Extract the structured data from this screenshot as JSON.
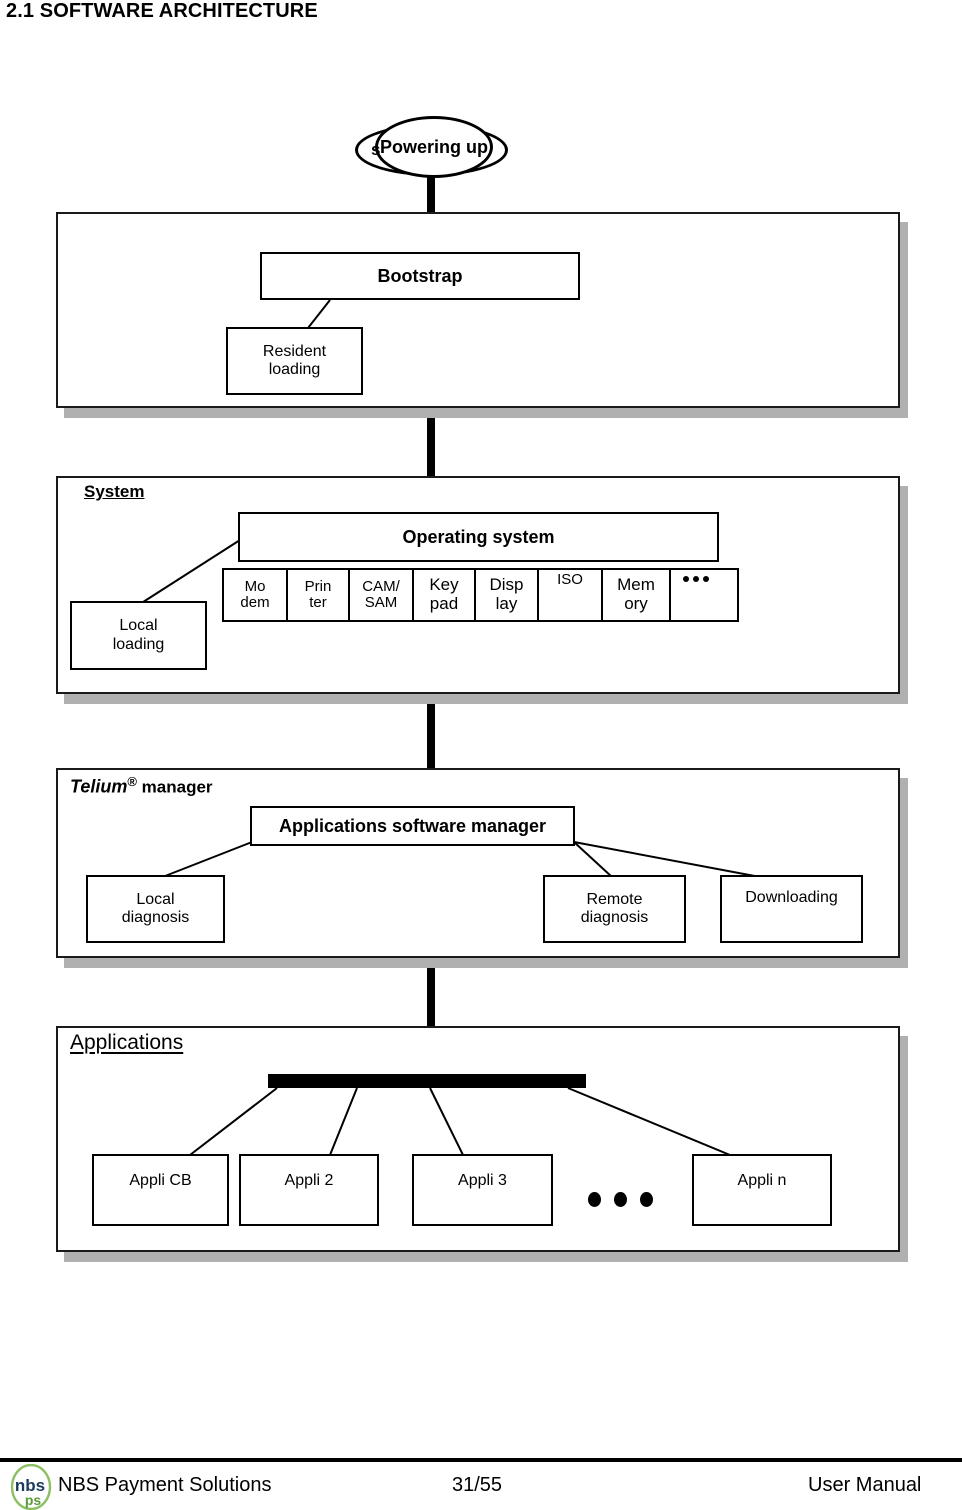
{
  "heading": "2.1 SOFTWARE ARCHITECTURE",
  "diagram": {
    "start_node": {
      "inner_label": "Powering up",
      "outer_label_visible_fragment": "s"
    },
    "panels": [
      {
        "title": "",
        "nodes": {
          "main": "Bootstrap",
          "children": [
            "Resident loading"
          ]
        }
      },
      {
        "title": "System",
        "nodes": {
          "main": "Operating system",
          "children": [
            "Local loading"
          ]
        },
        "drivers": [
          "Mo dem",
          "Prin ter",
          "CAM/ SAM",
          "Key pad",
          "Disp lay",
          "ISO",
          "Mem ory",
          "..."
        ],
        "driver_lines": [
          [
            "Mo",
            "dem"
          ],
          [
            "Prin",
            "ter"
          ],
          [
            "CAM/",
            "SAM"
          ],
          [
            "Key",
            "pad"
          ],
          [
            "Disp",
            "lay"
          ],
          [
            "ISO",
            ""
          ],
          [
            "Mem",
            "ory"
          ],
          [
            "",
            ""
          ]
        ]
      },
      {
        "title_parts": {
          "brand": "Telium",
          "reg": "®",
          "rest": " manager"
        },
        "title": "Telium® manager",
        "nodes": {
          "main": "Applications software manager",
          "children": [
            "Local diagnosis",
            "Remote diagnosis",
            "Downloading"
          ]
        }
      },
      {
        "title": "Applications",
        "nodes": {
          "children": [
            "Appli CB",
            "Appli 2",
            "Appli 3",
            "Appli n"
          ]
        },
        "ellipsis": "• • •"
      }
    ],
    "box_labels": {
      "bootstrap": "Bootstrap",
      "resident_loading_l1": "Resident",
      "resident_loading_l2": "loading",
      "operating_system": "Operating system",
      "local_loading_l1": "Local",
      "local_loading_l2": "loading",
      "apps_software_manager": "Applications software manager",
      "local_diagnosis_l1": "Local",
      "local_diagnosis_l2": "diagnosis",
      "remote_diagnosis_l1": "Remote",
      "remote_diagnosis_l2": "diagnosis",
      "downloading": "Downloading",
      "appli_cb": "Appli CB",
      "appli_2": "Appli 2",
      "appli_3": "Appli 3",
      "appli_n": "Appli n"
    },
    "driver_cells": [
      {
        "l1": "Mo",
        "l2": "dem"
      },
      {
        "l1": "Prin",
        "l2": "ter"
      },
      {
        "l1": "CAM/",
        "l2": "SAM"
      },
      {
        "l1": "Key",
        "l2": "pad"
      },
      {
        "l1": "Disp",
        "l2": "lay"
      },
      {
        "l1": "ISO",
        "l2": ""
      },
      {
        "l1": "Mem",
        "l2": "ory"
      },
      {
        "l1": "",
        "l2": ""
      }
    ]
  },
  "footer": {
    "company": "NBS Payment Solutions",
    "page": "31/55",
    "document": "User Manual",
    "logo": {
      "top_text": "nbs",
      "bottom_text": "ps",
      "top_color": "#1b3a5c",
      "bottom_color": "#5a9a3c",
      "ring_color": "#8cc063"
    }
  },
  "colors": {
    "ink": "#000000",
    "panel_border": "#1a1a1a",
    "panel_shadow": "#b0b0b0",
    "page_background": "#ffffff"
  }
}
